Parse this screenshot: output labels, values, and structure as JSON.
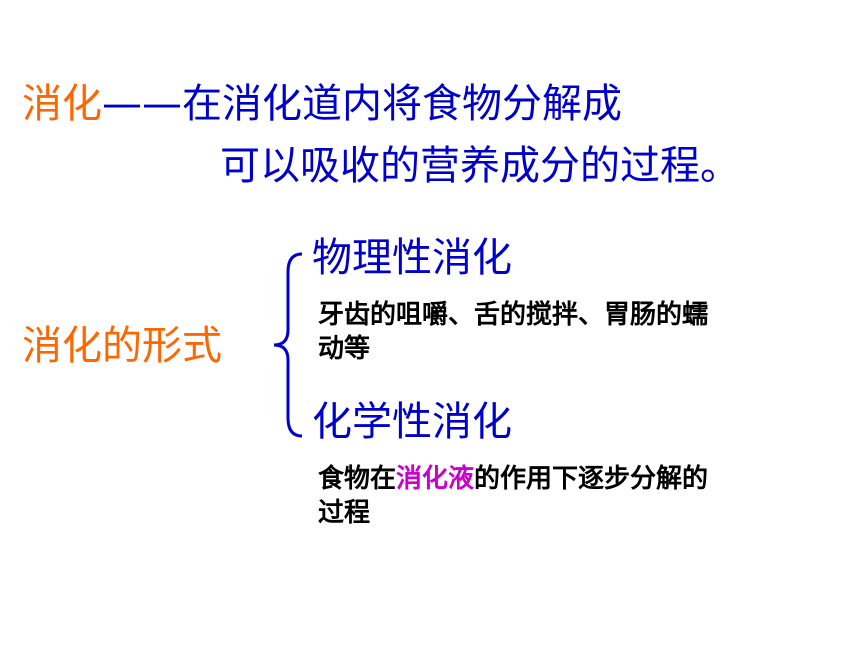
{
  "definition": {
    "term": "消化",
    "dash": "——",
    "line1_rest": "在消化道内将食物分解成",
    "line2": "可以吸收的营养成分的过程。"
  },
  "forms": {
    "label": "消化的形式",
    "physical": {
      "title": "物理性消化",
      "desc": "牙齿的咀嚼、舌的搅拌、胃肠的蠕动等"
    },
    "chemical": {
      "title": "化学性消化",
      "desc_prefix": "食物在",
      "desc_highlight": "消化液",
      "desc_suffix": "的作用下逐步分解的过程"
    }
  },
  "colors": {
    "term": "#ff6600",
    "body": "#0000cc",
    "highlight": "#cc00cc",
    "text": "#000000"
  }
}
